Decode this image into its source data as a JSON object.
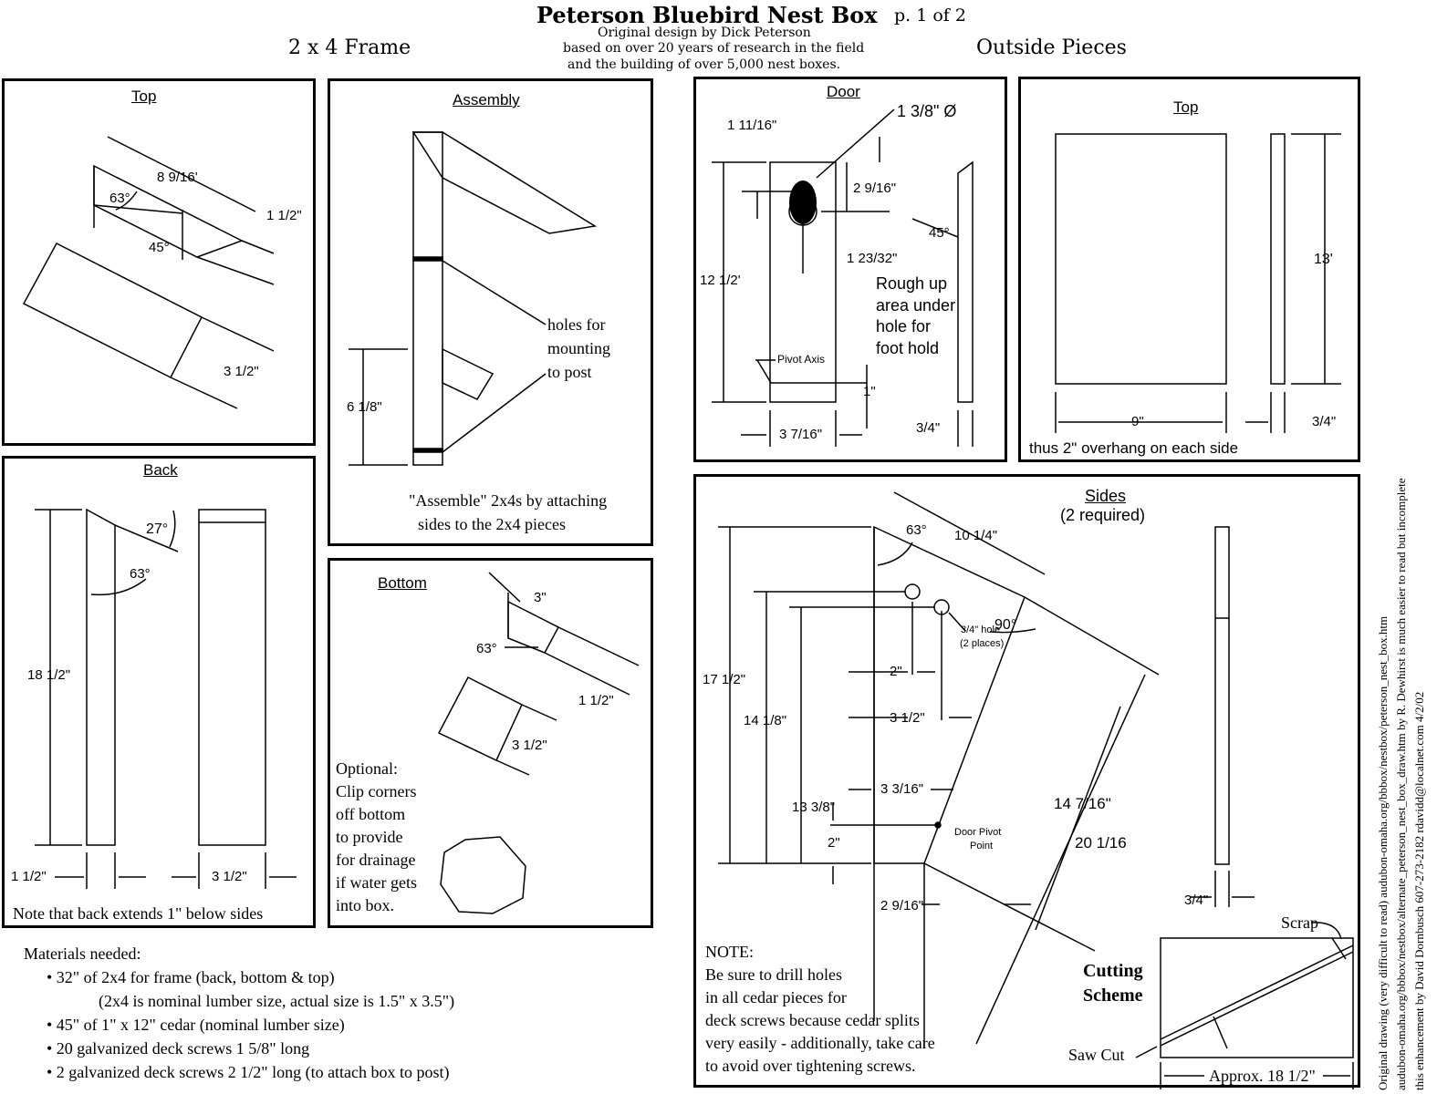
{
  "header": {
    "title": "Peterson Bluebird Nest Box",
    "page": "p. 1 of 2",
    "credit": [
      "Original design by Dick Peterson",
      "based on over 20 years of research in the field",
      "and the building of over 5,000 nest boxes."
    ],
    "frame_heading": "2 x 4 Frame",
    "outside_heading": "Outside Pieces"
  },
  "top_frame": {
    "title": "Top",
    "dims": [
      "8 9/16'",
      "63°",
      "1 1/2\"",
      "45°",
      "3 1/2\""
    ]
  },
  "assembly": {
    "title": "Assembly",
    "holes_note": [
      "holes for",
      "mounting",
      "to post"
    ],
    "dim": "6 1/8\"",
    "note": [
      "\"Assemble\" 2x4s by attaching",
      "sides to the 2x4 pieces"
    ]
  },
  "back": {
    "title": "Back",
    "dims": [
      "27°",
      "63°",
      "18 1/2\"",
      "1 1/2\"",
      "3 1/2\""
    ],
    "note": "Note that back extends 1\" below sides"
  },
  "bottom": {
    "title": "Bottom",
    "dims": [
      "3\"",
      "63°",
      "1 1/2\"",
      "3 1/2\""
    ],
    "note": [
      "Optional:",
      "Clip corners",
      "off bottom",
      "to provide",
      "for drainage",
      "if water gets",
      "into box."
    ]
  },
  "door": {
    "title": "Door",
    "dims": [
      "1 11/16\"",
      "1 3/8\" Ø",
      "2 9/16\"",
      "45°",
      "1 23/32\"",
      "12 1/2'",
      "1\"",
      "3 7/16\"",
      "3/4\""
    ],
    "pivot": "Pivot Axis",
    "rough": [
      "Rough up",
      "area under",
      "hole for",
      "foot hold"
    ]
  },
  "top_outside": {
    "title": "Top",
    "dims": [
      "13'",
      "9\"",
      "3/4\""
    ],
    "note": "thus 2\" overhang on each side"
  },
  "sides": {
    "title": "Sides",
    "subtitle": "(2 required)",
    "dims": [
      "63°",
      "10 1/4\"",
      "90°",
      "17 1/2\"",
      "14 1/8\"",
      "2\"",
      "3 1/2\"",
      "13  3/8\"",
      "3 3/16\"",
      "2\"",
      "14 7/16\"",
      "20 1/16",
      "2 9/16\"",
      "3/4\""
    ],
    "hole": [
      "3/4\" hole",
      "(2 places)"
    ],
    "pivot": [
      "Door Pivot",
      "Point"
    ],
    "note": [
      "NOTE:",
      "Be sure to drill holes",
      "in all cedar pieces for",
      "deck screws because cedar splits",
      "very easily - additionally, take care",
      "to avoid over tightening screws."
    ],
    "cutting": [
      "Cutting",
      "Scheme"
    ],
    "scrap": "Scrap",
    "saw_cut": "Saw Cut",
    "approx": "Approx. 18 1/2\""
  },
  "materials": {
    "heading": "Materials needed:",
    "items": [
      "• 32\" of 2x4 for frame (back, bottom & top)",
      "(2x4 is nominal lumber size, actual size is 1.5\" x 3.5\")",
      "• 45\" of 1\" x 12\" cedar (nominal lumber size)",
      "• 20 galvanized deck screws 1 5/8\" long",
      "• 2 galvanized deck screws 2 1/2\" long (to attach box to post)"
    ]
  },
  "side_credits": [
    "Original drawing (very difficult to read)   audubon-omaha.org/bbbox/nestbox/peterson_nest_box.htm",
    "audubon-omaha.org/bbbox/nestbox/alternate_peterson_nest_box_draw.htm    by R. Dewhirst is much easier to read but incomplete",
    "this enhancement by David Dornbusch      607-273-2182      rdavidd@localnet.com      4/2/02"
  ]
}
